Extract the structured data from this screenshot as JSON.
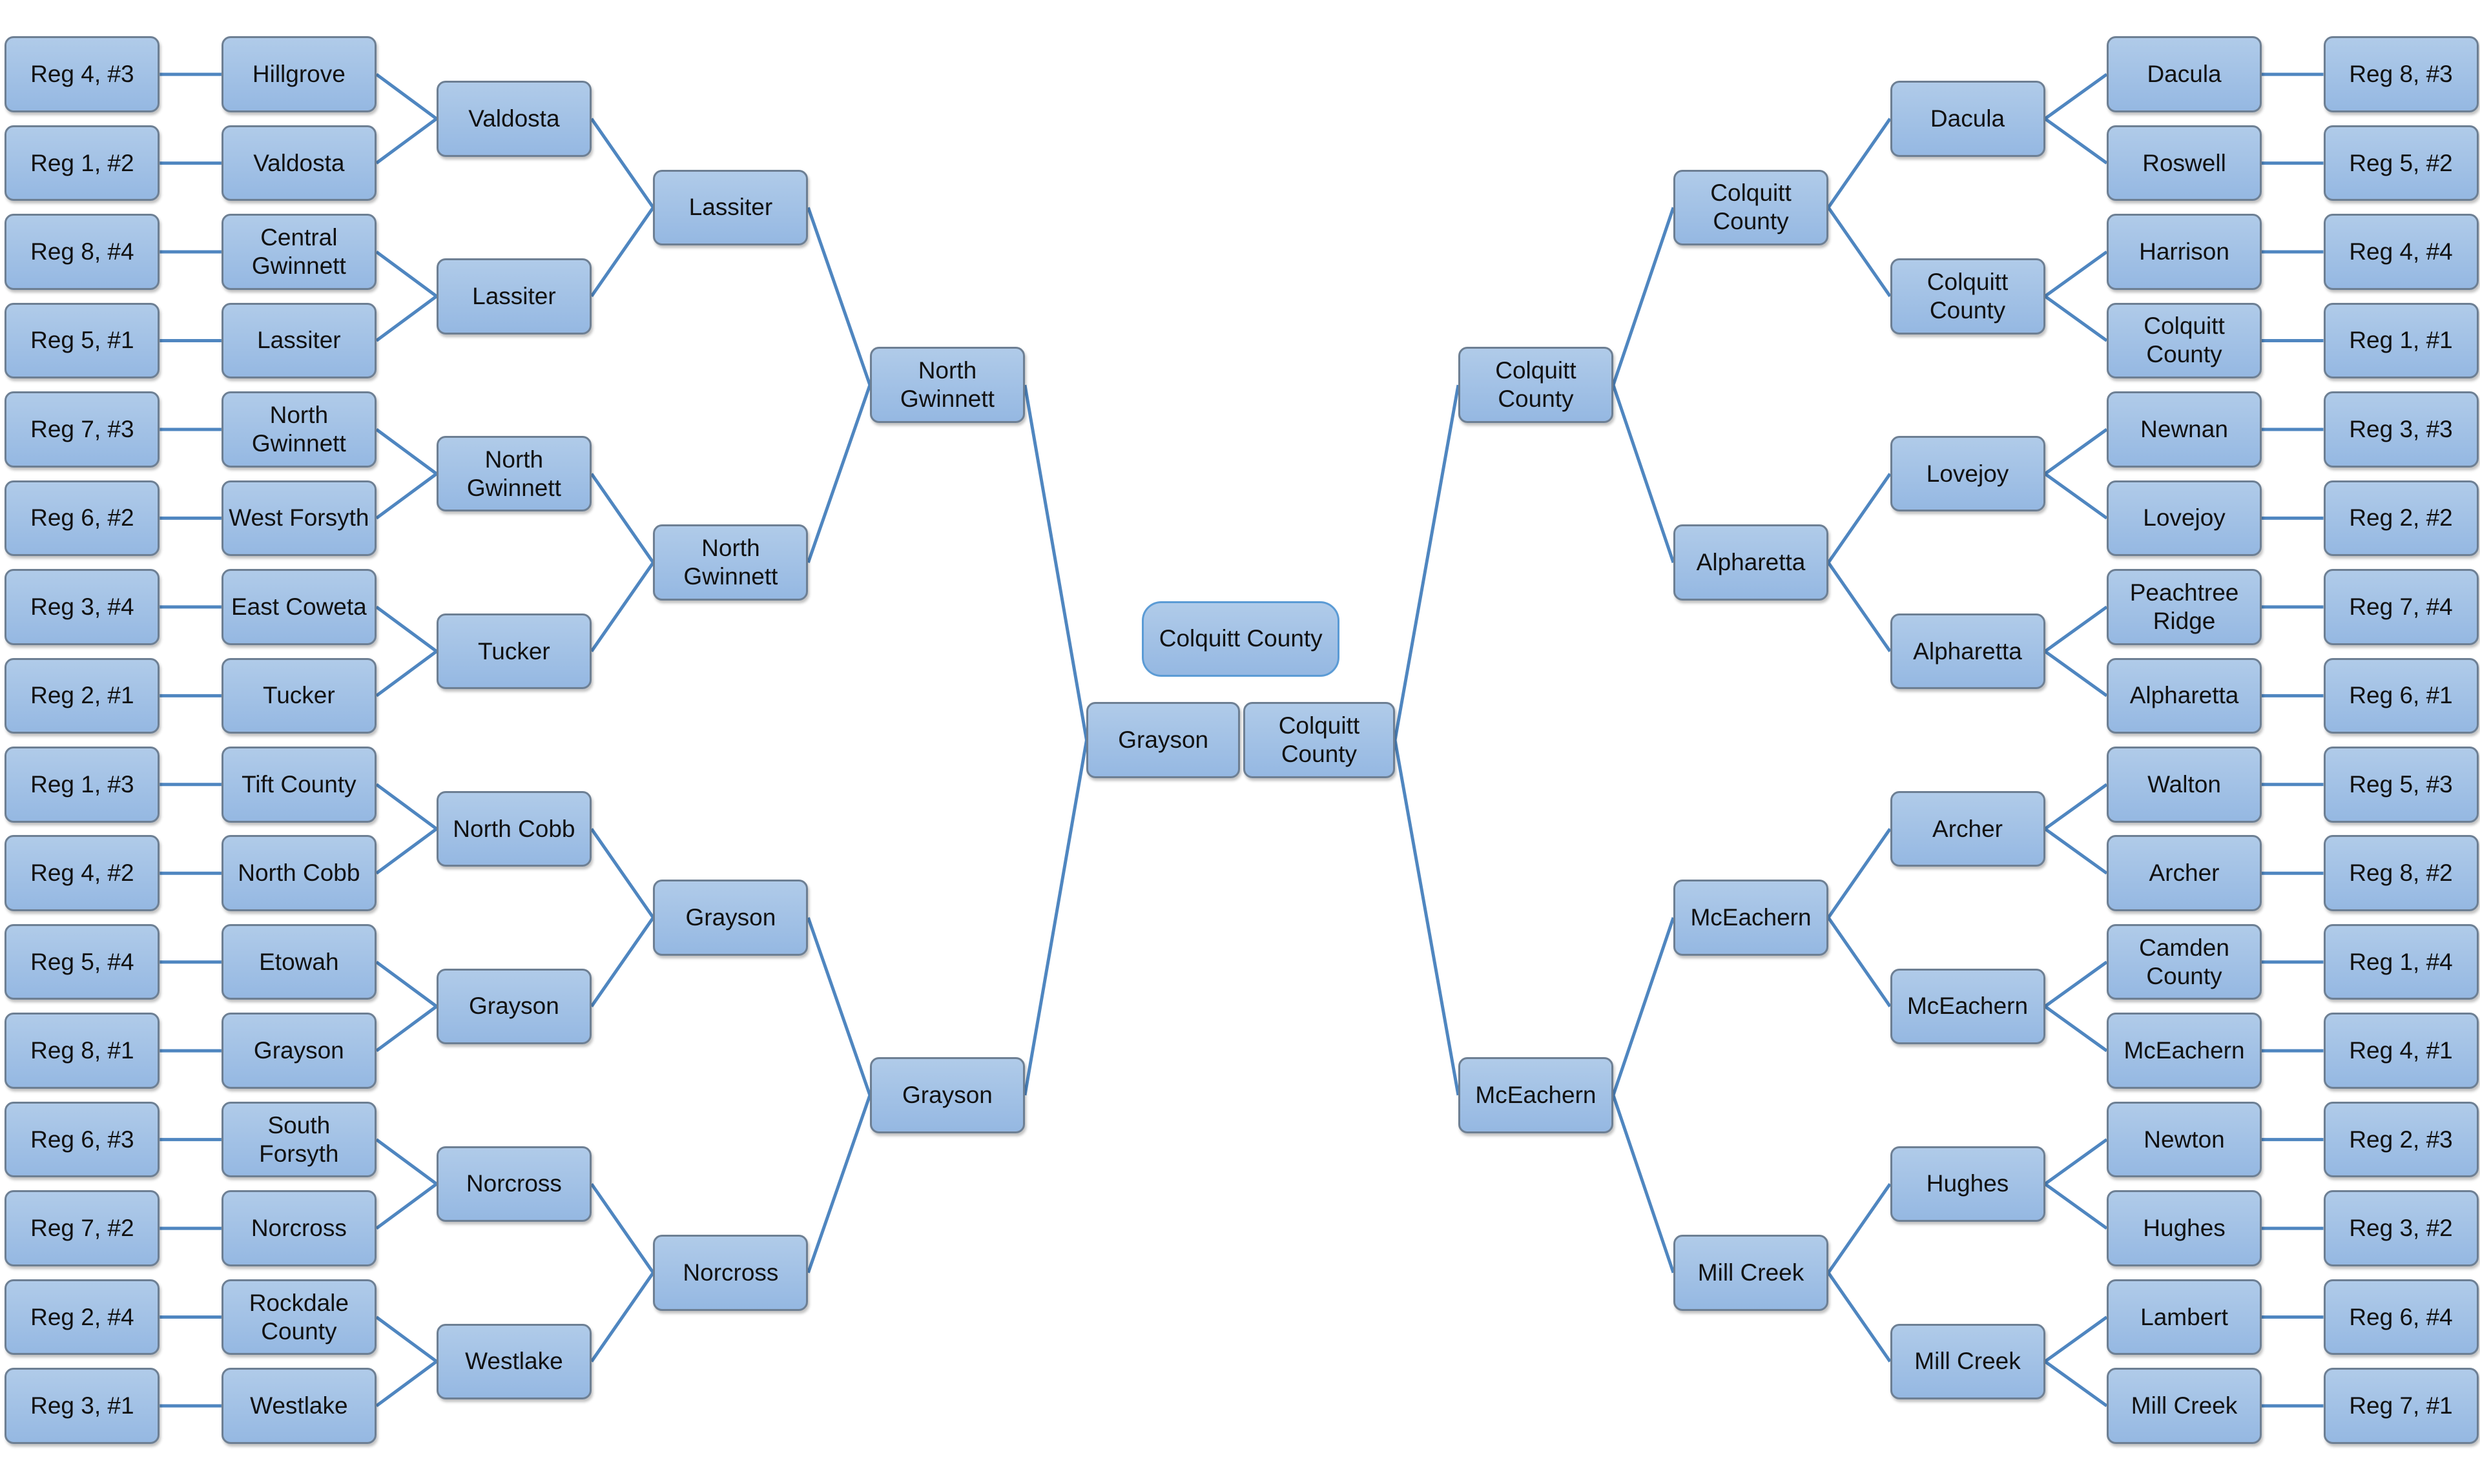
{
  "left": {
    "seeds": [
      "Reg 4, #3",
      "Reg 1, #2",
      "Reg 8, #4",
      "Reg 5, #1",
      "Reg 7, #3",
      "Reg 6, #2",
      "Reg 3, #4",
      "Reg 2, #1",
      "Reg 1, #3",
      "Reg 4, #2",
      "Reg 5, #4",
      "Reg 8, #1",
      "Reg 6, #3",
      "Reg 7, #2",
      "Reg 2, #4",
      "Reg 3, #1"
    ],
    "round1": [
      "Hillgrove",
      "Valdosta",
      "Central Gwinnett",
      "Lassiter",
      "North Gwinnett",
      "West Forsyth",
      "East Coweta",
      "Tucker",
      "Tift County",
      "North Cobb",
      "Etowah",
      "Grayson",
      "South Forsyth",
      "Norcross",
      "Rockdale County",
      "Westlake"
    ],
    "round2": [
      "Valdosta",
      "Lassiter",
      "North Gwinnett",
      "Tucker",
      "North Cobb",
      "Grayson",
      "Norcross",
      "Westlake"
    ],
    "round3": [
      "Lassiter",
      "North Gwinnett",
      "Grayson",
      "Norcross"
    ],
    "round4": [
      "North Gwinnett",
      "Grayson"
    ],
    "finalist": "Grayson"
  },
  "right": {
    "seeds": [
      "Reg 8, #3",
      "Reg 5, #2",
      "Reg 4, #4",
      "Reg 1, #1",
      "Reg 3, #3",
      "Reg 2, #2",
      "Reg 7, #4",
      "Reg 6, #1",
      "Reg 5, #3",
      "Reg 8, #2",
      "Reg 1, #4",
      "Reg 4, #1",
      "Reg 2, #3",
      "Reg 3, #2",
      "Reg 6, #4",
      "Reg 7, #1"
    ],
    "round1": [
      "Dacula",
      "Roswell",
      "Harrison",
      "Colquitt County",
      "Newnan",
      "Lovejoy",
      "Peachtree Ridge",
      "Alpharetta",
      "Walton",
      "Archer",
      "Camden County",
      "McEachern",
      "Newton",
      "Hughes",
      "Lambert",
      "Mill Creek"
    ],
    "round2": [
      "Dacula",
      "Colquitt County",
      "Lovejoy",
      "Alpharetta",
      "Archer",
      "McEachern",
      "Hughes",
      "Mill Creek"
    ],
    "round3": [
      "Colquitt County",
      "Alpharetta",
      "McEachern",
      "Mill Creek"
    ],
    "round4": [
      "Colquitt County",
      "McEachern"
    ],
    "finalist": "Colquitt County"
  },
  "champion": "Colquitt County",
  "colors": {
    "box_top": "#b0cbe9",
    "box_bottom": "#95b8e2",
    "line": "#4f86c0",
    "border": "#6d7f93"
  }
}
